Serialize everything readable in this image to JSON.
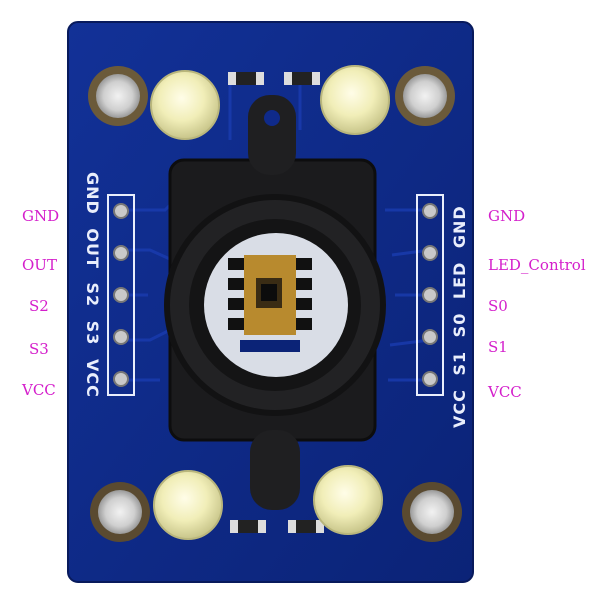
{
  "labels": {
    "left": [
      "GND",
      "OUT",
      "S2",
      "S3",
      "VCC"
    ],
    "right": [
      "GND",
      "LED_Control",
      "S0",
      "S1",
      "VCC"
    ]
  },
  "silkscreen": {
    "left": [
      "GND",
      "OUT",
      "S2",
      "S3",
      "VCC"
    ],
    "right": [
      "VCC",
      "S1",
      "S0",
      "LED",
      "GND"
    ]
  },
  "colors": {
    "label": "#d41ecb",
    "board": "#0f2a8a",
    "board_edge": "#081a5c",
    "silk": "#e9eefc",
    "lens": "#1b1b1d",
    "led": "#f4f1c8"
  }
}
